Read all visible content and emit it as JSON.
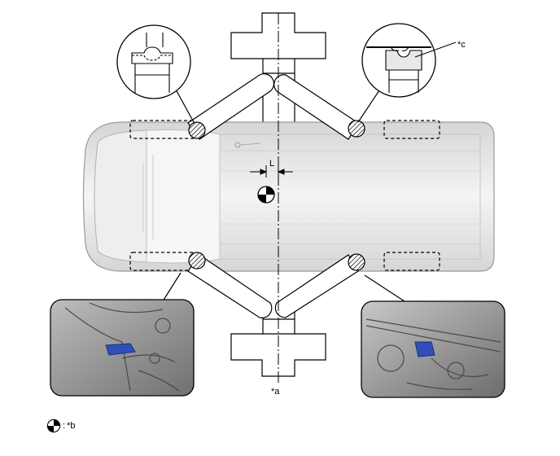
{
  "diagram": {
    "labels": {
      "a": "*a",
      "b": "*b",
      "c": "*c",
      "l": "L"
    },
    "legend": {
      "separator": ":",
      "text": "*b"
    },
    "icons": [
      "center-of-gravity-icon",
      "hatched-lift-point-icon"
    ]
  }
}
